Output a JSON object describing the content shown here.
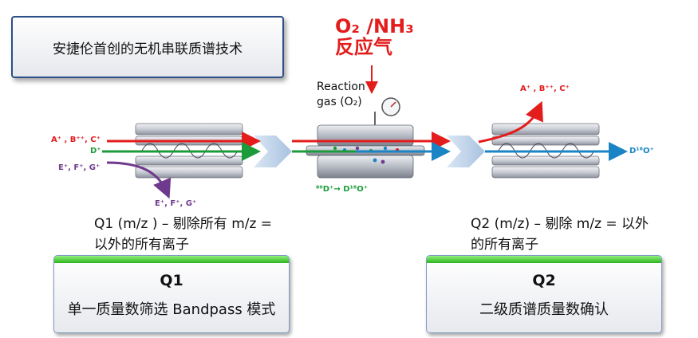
{
  "title": "安捷伦首创的无机串联质谱技术",
  "gas": {
    "line1": "O₂ /NH₃",
    "line2": "反应气"
  },
  "reaction_cell": {
    "label_line1": "Reaction",
    "label_line2": "gas (O₂)",
    "conversion": "⁸⁰D⁺→ D¹⁶O⁺"
  },
  "ions": {
    "abc": "A⁺ , B⁺⁺, C⁺",
    "d": "D⁺",
    "efg": "E⁺, F⁺, G⁺",
    "efg_out": "E⁺, F⁺, G⁺",
    "abc_out": "A⁺ , B⁺⁺, C⁺",
    "d16o_out": "D¹⁶O⁺"
  },
  "q1": {
    "desc_line1": "Q1 (m/z ) – 剔除所有 m/z =",
    "desc_line2": "以外的所有离子",
    "title": "Q1",
    "subtitle": "单一质量数筛选 Bandpass 模式"
  },
  "q2": {
    "desc_line1": "Q2 (m/z) – 剔除 m/z = 以外",
    "desc_line2": "的所有离子",
    "title": "Q2",
    "subtitle": "二级质谱质量数确认"
  },
  "colors": {
    "red": "#e31c1c",
    "green": "#1c9b3a",
    "purple": "#6f3a8e",
    "blue": "#1a84c4",
    "panel_bar": "#2cb41f"
  }
}
